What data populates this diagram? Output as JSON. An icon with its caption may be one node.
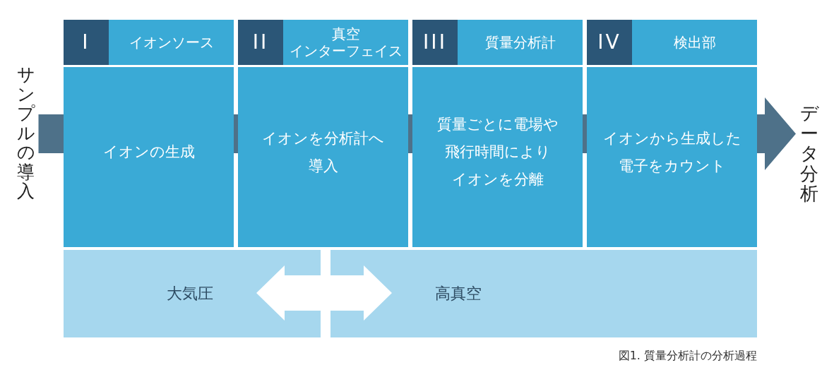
{
  "diagram": {
    "nodes": [
      {
        "text": [
          "サンプルの導入"
        ]
      },
      {
        "text": [
          "I"
        ]
      },
      {
        "text": [
          "イオンソース"
        ]
      },
      {
        "text": [
          "イオンの生成"
        ]
      },
      {
        "text": [
          "II"
        ]
      },
      {
        "text": [
          "真空インターフェイス"
        ]
      },
      {
        "text": [
          "イオンを分析計へ導入"
        ]
      },
      {
        "text": [
          "III"
        ]
      },
      {
        "text": [
          "質量分析計"
        ]
      },
      {
        "text": [
          "質量ごとに電場や飛行時間によりイオンを分離"
        ]
      },
      {
        "text": [
          "IV"
        ]
      },
      {
        "text": [
          "検出部"
        ]
      },
      {
        "text": [
          "イオンから生成した電子をカウント"
        ]
      },
      {
        "text": [
          "データ分析"
        ]
      },
      {
        "text": [
          "大気圧"
        ]
      },
      {
        "text": [
          "高真空"
        ]
      }
    ],
    "edges": [
      {
        "from": 0,
        "to": 3,
        "arrow": "none"
      },
      {
        "from": 3,
        "to": 6,
        "arrow": "none"
      },
      {
        "from": 6,
        "to": 9,
        "arrow": "none"
      },
      {
        "from": 9,
        "to": 12,
        "arrow": "none"
      },
      {
        "from": 12,
        "to": 13,
        "arrow": "to"
      },
      {
        "from": 14,
        "to": 15,
        "arrow": "both",
        "color": "#ffffff"
      }
    ],
    "caption": "図1. 質量分析計の分析過程"
  }
}
